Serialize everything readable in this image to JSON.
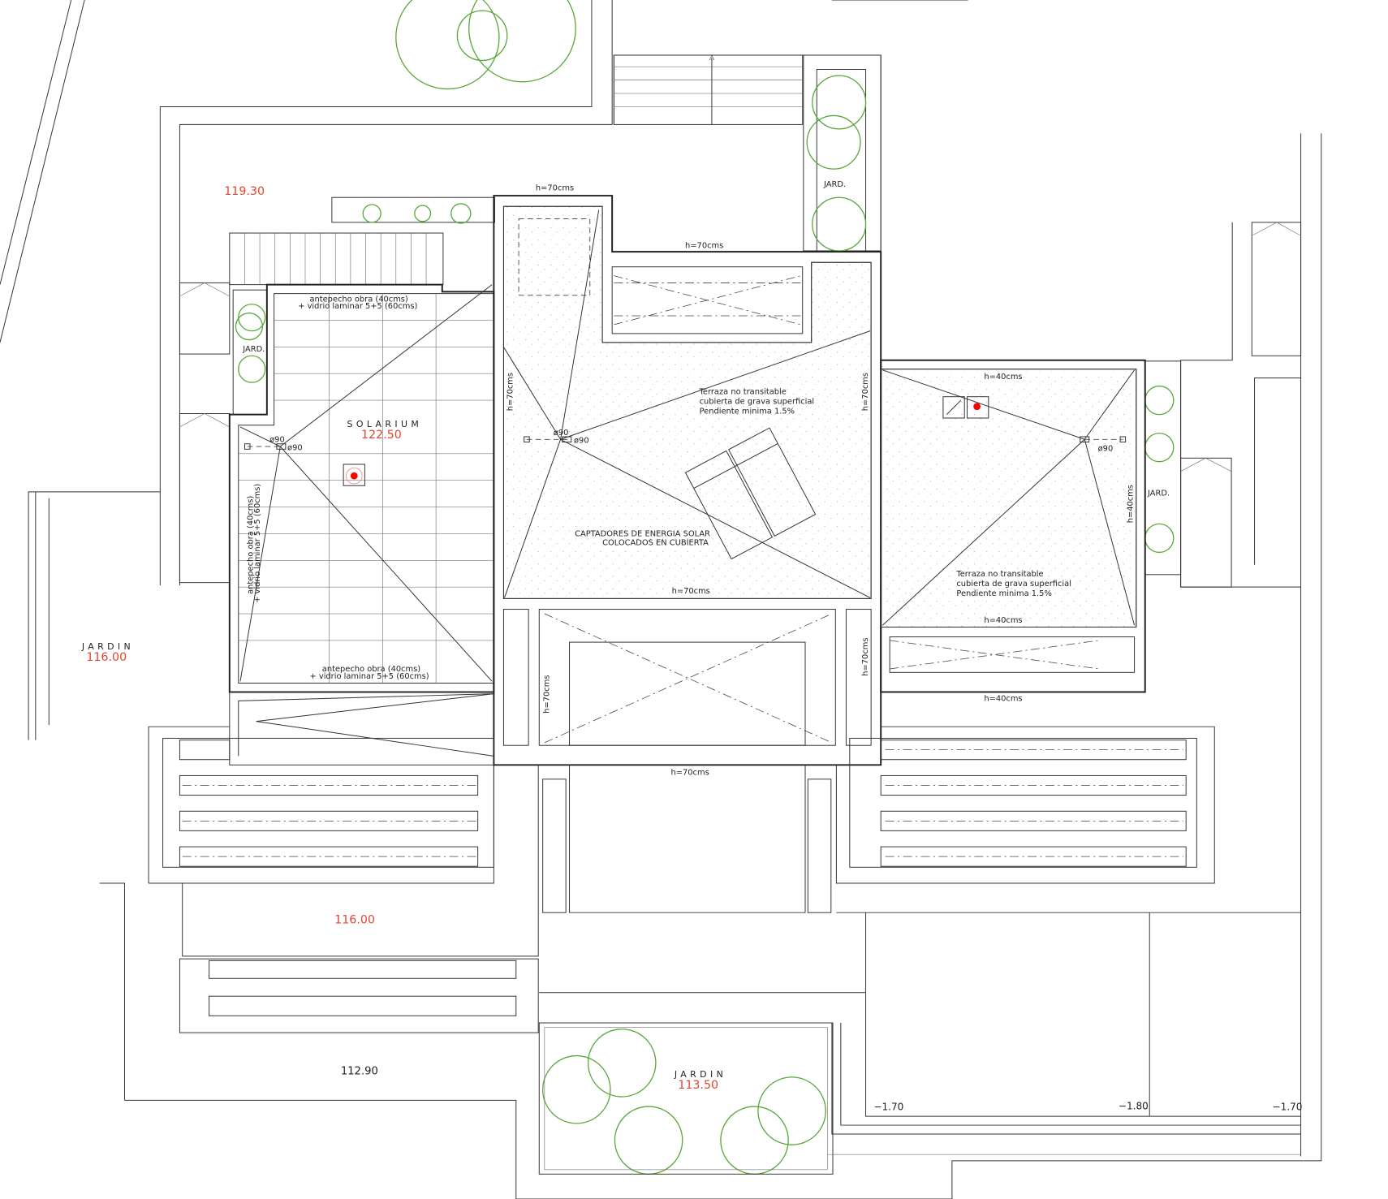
{
  "plan": {
    "levels": {
      "top_left": "119.30",
      "solarium": "122.50",
      "jardin_left": "116.00",
      "lower_terrace": "116.00",
      "bottom": "112.90",
      "jardin_bottom": "113.50",
      "right_a": "−1.70",
      "right_b": "−1.80",
      "right_c": "−1.70"
    },
    "labels": {
      "solarium": "SOLARIUM",
      "jardin": "JARDIN",
      "jard": "JARD.",
      "h70": "h=70cms",
      "h40": "h=40cms",
      "phi90": "ø90",
      "parapet_line1": "antepecho obra (40cms)",
      "parapet_line2": "+ vidrio laminar 5+5 (60cms)",
      "terrace_line1": "Terraza no transitable",
      "terrace_line2": "cubierta de grava superficial",
      "terrace_line3": "Pendiente minima 1.5%",
      "solar_line1": "CAPTADORES DE ENERGIA SOLAR",
      "solar_line2": "COLOCADOS EN CUBIERTA"
    },
    "colors": {
      "level_text": "#e2462e",
      "trees": "#5aa83c",
      "drain": "#ff0000"
    }
  }
}
